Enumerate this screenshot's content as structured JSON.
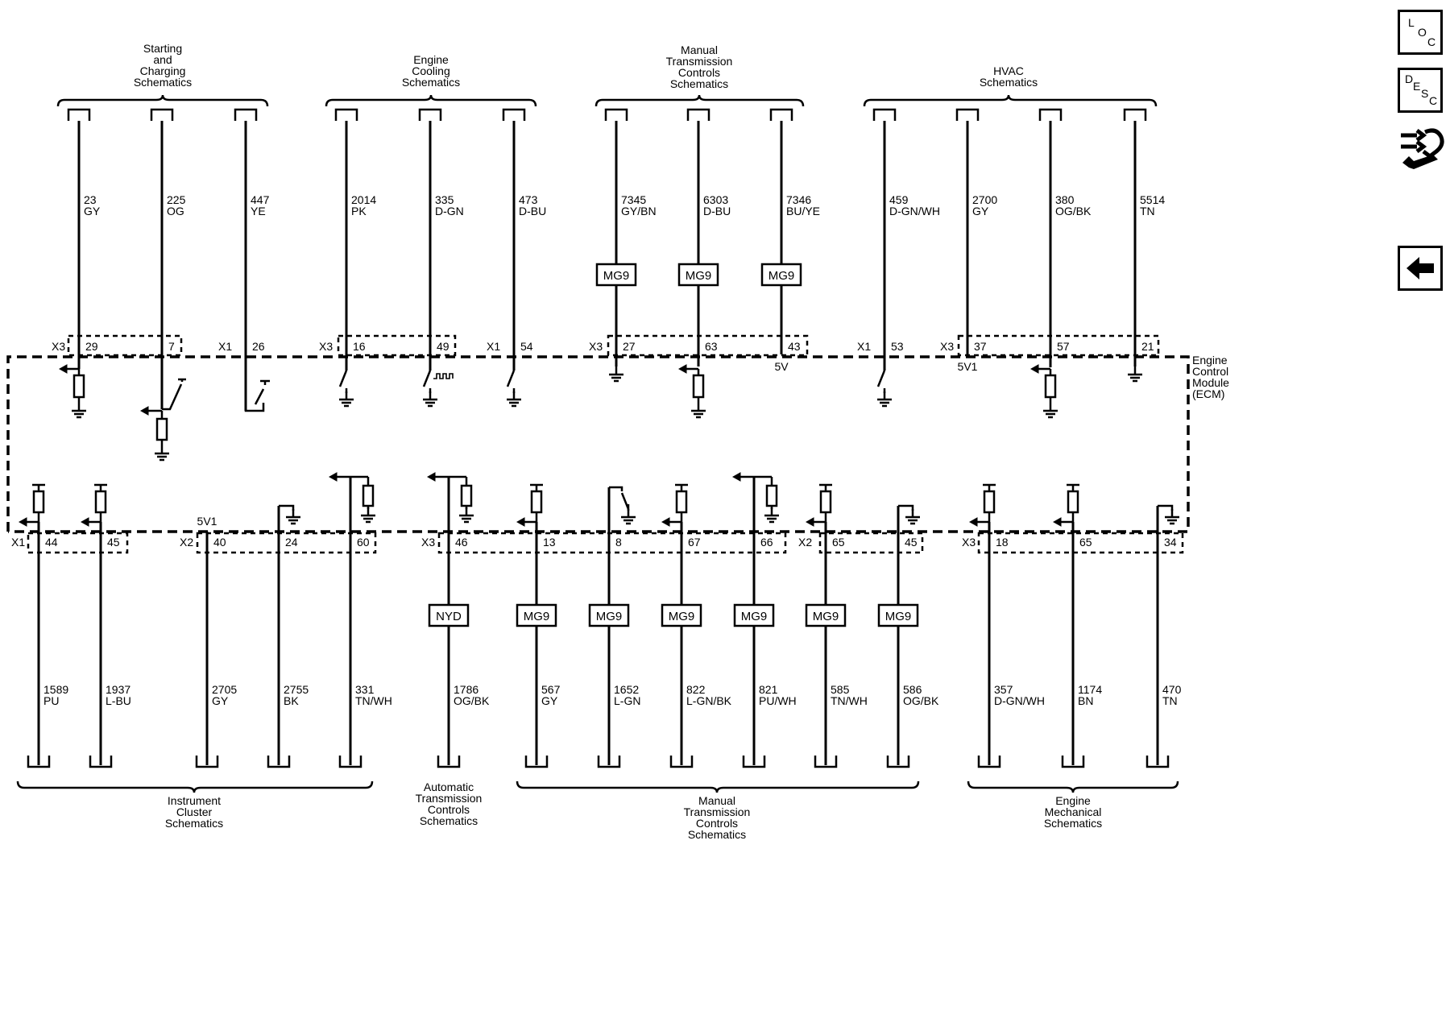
{
  "module": {
    "name": [
      "Engine",
      "Control",
      "Module",
      "(ECM)"
    ]
  },
  "nav": {
    "loc": {
      "l1": "L",
      "l2": "O",
      "l3": "C"
    },
    "desc": {
      "l1": "D",
      "l2": "E",
      "l3": "S",
      "l4": "C"
    }
  },
  "top_groups": [
    {
      "label": [
        "Starting",
        "and",
        "Charging",
        "Schematics"
      ]
    },
    {
      "label": [
        "Engine",
        "Cooling",
        "Schematics"
      ]
    },
    {
      "label": [
        "Manual",
        "Transmission",
        "Controls",
        "Schematics"
      ]
    },
    {
      "label": [
        "HVAC",
        "Schematics"
      ]
    }
  ],
  "bottom_groups": [
    {
      "label": [
        "Instrument",
        "Cluster",
        "Schematics"
      ]
    },
    {
      "label": [
        "Automatic",
        "Transmission",
        "Controls",
        "Schematics"
      ]
    },
    {
      "label": [
        "Manual",
        "Transmission",
        "Controls",
        "Schematics"
      ]
    },
    {
      "label": [
        "Engine",
        "Mechanical",
        "Schematics"
      ]
    }
  ],
  "top_wires": [
    {
      "circuit": "23",
      "color": "GY",
      "connector": "X3",
      "pin": "29"
    },
    {
      "circuit": "225",
      "color": "OG",
      "pin": "7"
    },
    {
      "circuit": "447",
      "color": "YE",
      "connector": "X1",
      "pin": "26"
    },
    {
      "circuit": "2014",
      "color": "PK",
      "connector": "X3",
      "pin": "16"
    },
    {
      "circuit": "335",
      "color": "D-GN",
      "pin": "49"
    },
    {
      "circuit": "473",
      "color": "D-BU",
      "connector": "X1",
      "pin": "54"
    },
    {
      "circuit": "7345",
      "color": "GY/BN",
      "connector": "X3",
      "pin": "27",
      "option": "MG9"
    },
    {
      "circuit": "6303",
      "color": "D-BU",
      "pin": "63",
      "option": "MG9"
    },
    {
      "circuit": "7346",
      "color": "BU/YE",
      "pin": "43",
      "option": "MG9",
      "supply": "5V"
    },
    {
      "circuit": "459",
      "color": "D-GN/WH",
      "connector": "X1",
      "pin": "53"
    },
    {
      "circuit": "2700",
      "color": "GY",
      "connector": "X3",
      "pin": "37",
      "supply": "5V1"
    },
    {
      "circuit": "380",
      "color": "OG/BK",
      "pin": "57"
    },
    {
      "circuit": "5514",
      "color": "TN",
      "pin": "21"
    }
  ],
  "bottom_wires": [
    {
      "circuit": "1589",
      "color": "PU",
      "connector": "X1",
      "pin": "44"
    },
    {
      "circuit": "1937",
      "color": "L-BU",
      "pin": "45"
    },
    {
      "circuit": "2705",
      "color": "GY",
      "connector": "X2",
      "pin": "40",
      "supply": "5V1"
    },
    {
      "circuit": "2755",
      "color": "BK",
      "pin": "24"
    },
    {
      "circuit": "331",
      "color": "TN/WH",
      "pin": "60"
    },
    {
      "circuit": "1786",
      "color": "OG/BK",
      "connector": "X3",
      "pin": "46",
      "option": "NYD"
    },
    {
      "circuit": "567",
      "color": "GY",
      "pin": "13",
      "option": "MG9"
    },
    {
      "circuit": "1652",
      "color": "L-GN",
      "pin": "8",
      "option": "MG9"
    },
    {
      "circuit": "822",
      "color": "L-GN/BK",
      "pin": "67",
      "option": "MG9"
    },
    {
      "circuit": "821",
      "color": "PU/WH",
      "pin": "66",
      "option": "MG9"
    },
    {
      "circuit": "585",
      "color": "TN/WH",
      "connector": "X2",
      "pin": "65",
      "option": "MG9"
    },
    {
      "circuit": "586",
      "color": "OG/BK",
      "pin": "45",
      "option": "MG9"
    },
    {
      "circuit": "357",
      "color": "D-GN/WH",
      "connector": "X3",
      "pin": "18"
    },
    {
      "circuit": "1174",
      "color": "BN",
      "pin": "65"
    },
    {
      "circuit": "470",
      "color": "TN",
      "pin": "34"
    }
  ]
}
